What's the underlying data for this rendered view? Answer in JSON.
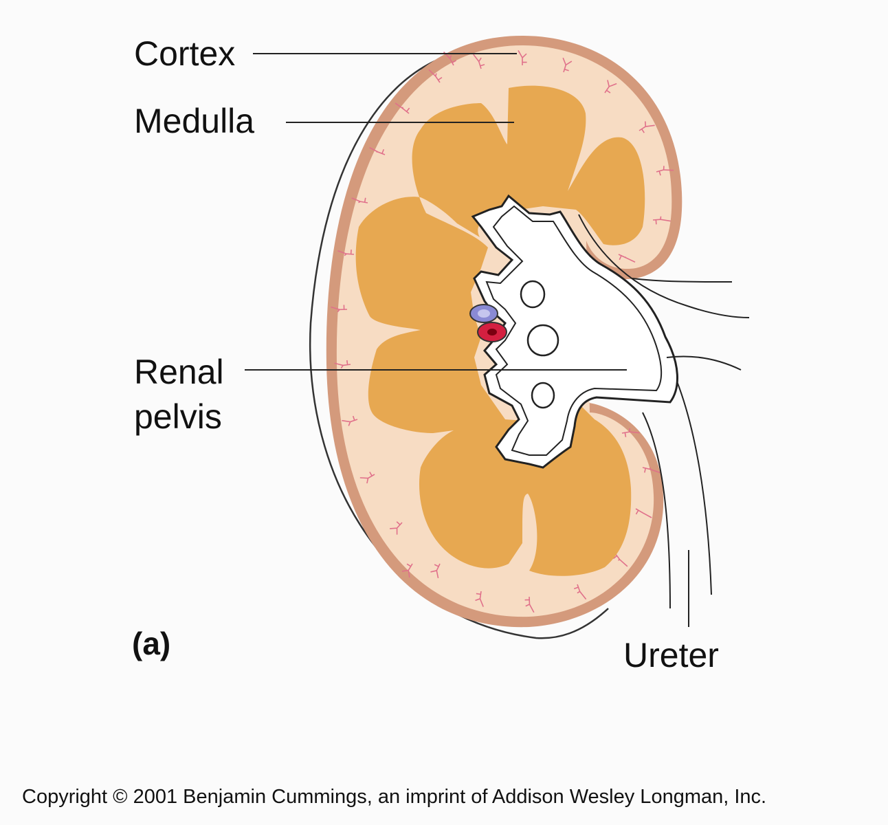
{
  "labels": {
    "cortex": "Cortex",
    "medulla": "Medulla",
    "renal_line1": "Renal",
    "renal_line2": "pelvis",
    "ureter": "Ureter",
    "panel": "(a)"
  },
  "copyright": "Copyright © 2001 Benjamin Cummings, an imprint of Addison Wesley Longman, Inc.",
  "colors": {
    "background": "#fbfbfb",
    "capsule": "#d49a7c",
    "cortex": "#f7dcc3",
    "medulla": "#e7a851",
    "vessels": "#e0708a",
    "vein": "#8a8ad4",
    "artery": "#d42040",
    "outline": "#222222"
  }
}
